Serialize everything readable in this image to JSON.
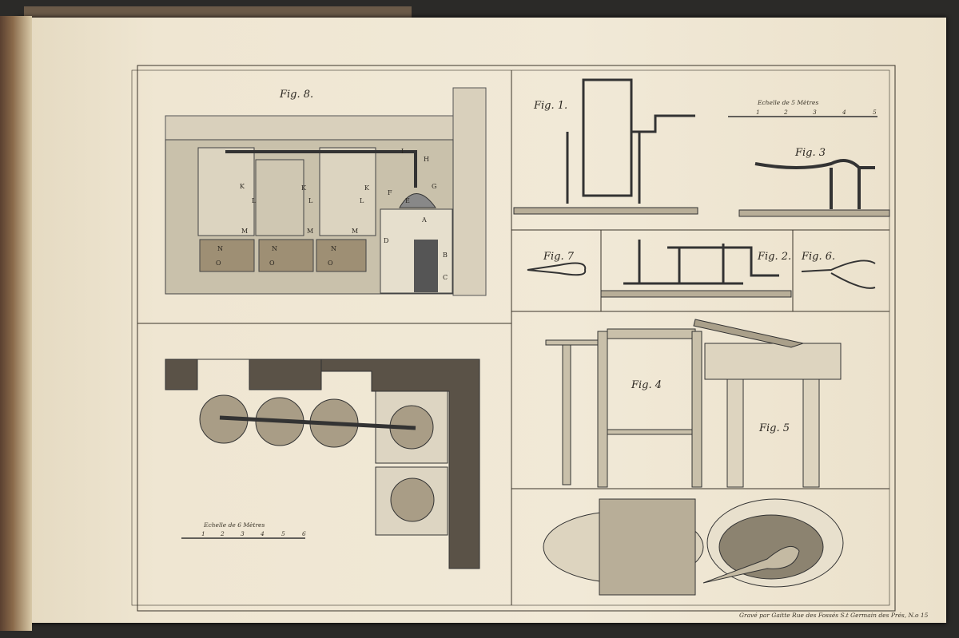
{
  "plate": {
    "figures": {
      "fig8": "Fig. 8.",
      "fig1": "Fig. 1.",
      "fig3": "Fig. 3",
      "fig7": "Fig. 7",
      "fig2": "Fig. 2.",
      "fig6": "Fig. 6.",
      "fig4": "Fig. 4",
      "fig5": "Fig. 5"
    },
    "fig8_letters": [
      "I",
      "H",
      "K",
      "L",
      "K",
      "L",
      "K",
      "L",
      "G",
      "F",
      "E",
      "A",
      "D",
      "B",
      "C",
      "M",
      "M",
      "M",
      "N",
      "N",
      "N",
      "O",
      "O",
      "O"
    ],
    "scale_5m": {
      "title": "Echelle de 5 Mètres",
      "ticks": [
        "1",
        "2",
        "3",
        "4",
        "5"
      ]
    },
    "scale_6m": {
      "title": "Echelle de 6 Mètres",
      "ticks": [
        "1",
        "2",
        "3",
        "4",
        "5",
        "6"
      ]
    },
    "engraver_credit": "Gravé par Gaitte Rue des Fossés S.t Germain des Prés, N.o 15"
  },
  "colors": {
    "paper": "#efe6d2",
    "ink": "#2a2620",
    "background": "#2b2a28"
  }
}
